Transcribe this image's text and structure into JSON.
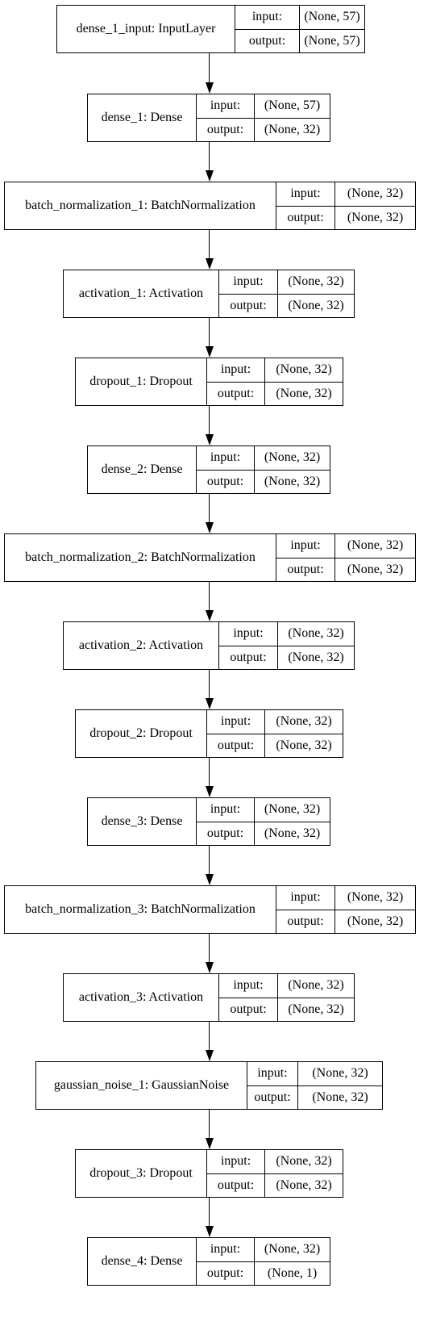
{
  "diagram": {
    "nodes": [
      {
        "name": "dense_1_input: InputLayer",
        "input_label": "input:",
        "output_label": "output:",
        "input": "(None, 57)",
        "output": "(None, 57)"
      },
      {
        "name": "dense_1: Dense",
        "input_label": "input:",
        "output_label": "output:",
        "input": "(None, 57)",
        "output": "(None, 32)"
      },
      {
        "name": "batch_normalization_1: BatchNormalization",
        "input_label": "input:",
        "output_label": "output:",
        "input": "(None, 32)",
        "output": "(None, 32)"
      },
      {
        "name": "activation_1: Activation",
        "input_label": "input:",
        "output_label": "output:",
        "input": "(None, 32)",
        "output": "(None, 32)"
      },
      {
        "name": "dropout_1: Dropout",
        "input_label": "input:",
        "output_label": "output:",
        "input": "(None, 32)",
        "output": "(None, 32)"
      },
      {
        "name": "dense_2: Dense",
        "input_label": "input:",
        "output_label": "output:",
        "input": "(None, 32)",
        "output": "(None, 32)"
      },
      {
        "name": "batch_normalization_2: BatchNormalization",
        "input_label": "input:",
        "output_label": "output:",
        "input": "(None, 32)",
        "output": "(None, 32)"
      },
      {
        "name": "activation_2: Activation",
        "input_label": "input:",
        "output_label": "output:",
        "input": "(None, 32)",
        "output": "(None, 32)"
      },
      {
        "name": "dropout_2: Dropout",
        "input_label": "input:",
        "output_label": "output:",
        "input": "(None, 32)",
        "output": "(None, 32)"
      },
      {
        "name": "dense_3: Dense",
        "input_label": "input:",
        "output_label": "output:",
        "input": "(None, 32)",
        "output": "(None, 32)"
      },
      {
        "name": "batch_normalization_3: BatchNormalization",
        "input_label": "input:",
        "output_label": "output:",
        "input": "(None, 32)",
        "output": "(None, 32)"
      },
      {
        "name": "activation_3: Activation",
        "input_label": "input:",
        "output_label": "output:",
        "input": "(None, 32)",
        "output": "(None, 32)"
      },
      {
        "name": "gaussian_noise_1: GaussianNoise",
        "input_label": "input:",
        "output_label": "output:",
        "input": "(None, 32)",
        "output": "(None, 32)"
      },
      {
        "name": "dropout_3: Dropout",
        "input_label": "input:",
        "output_label": "output:",
        "input": "(None, 32)",
        "output": "(None, 32)"
      },
      {
        "name": "dense_4: Dense",
        "input_label": "input:",
        "output_label": "output:",
        "input": "(None, 32)",
        "output": "(None, 1)"
      }
    ],
    "edges": [
      [
        0,
        1
      ],
      [
        1,
        2
      ],
      [
        2,
        3
      ],
      [
        3,
        4
      ],
      [
        4,
        5
      ],
      [
        5,
        6
      ],
      [
        6,
        7
      ],
      [
        7,
        8
      ],
      [
        8,
        9
      ],
      [
        9,
        10
      ],
      [
        10,
        11
      ],
      [
        11,
        12
      ],
      [
        12,
        13
      ],
      [
        13,
        14
      ]
    ]
  }
}
